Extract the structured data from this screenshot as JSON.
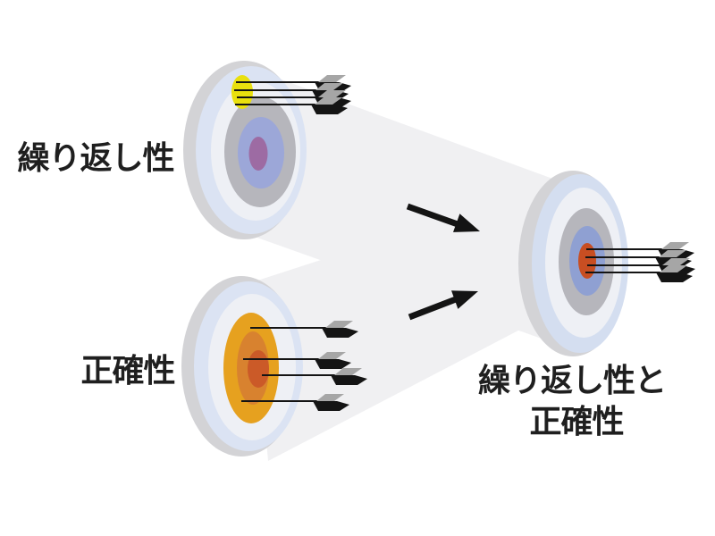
{
  "diagram": {
    "description": "Precision vs accuracy target diagram",
    "labels": {
      "top_left": "繰り返し性",
      "bottom_left": "正確性",
      "right_line1": "繰り返し性と",
      "right_line2": "正確性"
    },
    "targets": {
      "repeatability": {
        "label": "繰り返し性",
        "arrow_count": 4,
        "hits": "tight cluster off-center on yellow spot near top edge"
      },
      "accuracy": {
        "label": "正確性",
        "arrow_count": 4,
        "hits": "spread around the bullseye"
      },
      "repeatability_and_accuracy": {
        "label": "繰り返し性と正確性",
        "arrow_count": 4,
        "hits": "tight cluster on center bullseye"
      }
    },
    "colors": {
      "beam": "#f0f0f2",
      "text": "#1f1f1f",
      "arrow-black": "#141414",
      "fletch-gray": "#a6a6a6",
      "yellow-spot": "#e9e00e",
      "rim": "#d3d3d6",
      "outer-blue": "#dbe3f3",
      "outer-blue-right": "#d4def0",
      "white-ring": "#eef0f5",
      "gray-ring": "#b6b6bc",
      "blue-ring": "#9ca7d8",
      "blue-ring-right": "#8fa0d2",
      "purple-center": "#9d6ba3",
      "orange-ring": "#e6a11f",
      "mid-orange": "#d8822f",
      "red-center": "#cb5a28",
      "red-center-right": "#c84e22"
    }
  }
}
